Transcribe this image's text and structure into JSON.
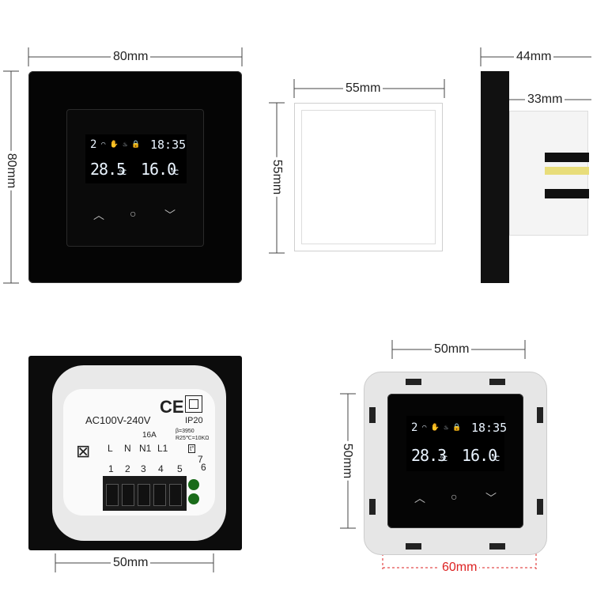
{
  "front": {
    "width_label": "80mm",
    "height_label": "80mm",
    "display": {
      "mode": "2",
      "time": "18:35",
      "temp_left": "28.5",
      "temp_left_unit": "℃",
      "temp_right": "16.0",
      "temp_right_unit": "℃"
    }
  },
  "frame": {
    "width_label": "55mm",
    "height_label": "55mm"
  },
  "side": {
    "depth_label": "44mm",
    "body_label": "33mm"
  },
  "back": {
    "width_label": "50mm",
    "voltage": "AC100V-240V",
    "ce": "CE",
    "ip": "IP20",
    "current": "16A",
    "sensor_b": "β=3950",
    "sensor_r": "R25℃=10KΩ",
    "terminals": [
      {
        "name": "L",
        "num": "1"
      },
      {
        "name": "N",
        "num": "2"
      },
      {
        "name": "N1",
        "num": "3"
      },
      {
        "name": "L1",
        "num": "4"
      },
      {
        "name": "",
        "num": "5"
      }
    ],
    "extra_nums": [
      "7",
      "6"
    ]
  },
  "module": {
    "width_label": "50mm",
    "height_label": "50mm",
    "mount_label": "60mm",
    "display": {
      "mode": "2",
      "time": "18:35",
      "temp_left": "28.3",
      "temp_left_unit": "℃",
      "temp_right": "16.0",
      "temp_right_unit": "℃"
    }
  },
  "colors": {
    "panel": "#050505",
    "lcd_text": "#eaf4ff",
    "mount_dim": "#d22222"
  }
}
